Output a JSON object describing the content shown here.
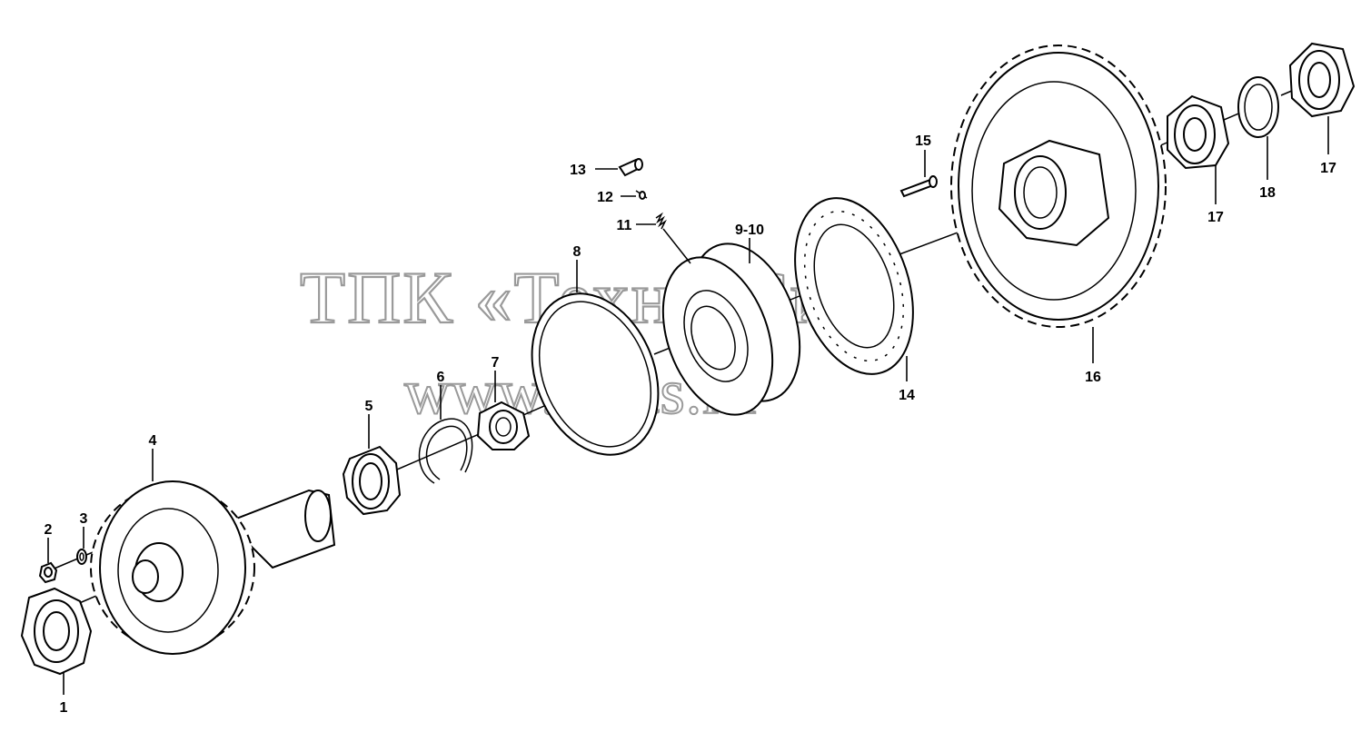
{
  "watermark": {
    "company": "ТПК «Техно-Сио»",
    "url": "www.tpkts.ru"
  },
  "callouts": {
    "c1": "1",
    "c2": "2",
    "c3": "3",
    "c4": "4",
    "c5": "5",
    "c6": "6",
    "c7": "7",
    "c8": "8",
    "c9_10": "9-10",
    "c11": "11",
    "c12": "12",
    "c13": "13",
    "c14": "14",
    "c15": "15",
    "c16": "16",
    "c17a": "17",
    "c17b": "17",
    "c18": "18"
  },
  "colors": {
    "line": "#000000",
    "background": "#ffffff",
    "watermark_outline": "#9a9a9a"
  }
}
